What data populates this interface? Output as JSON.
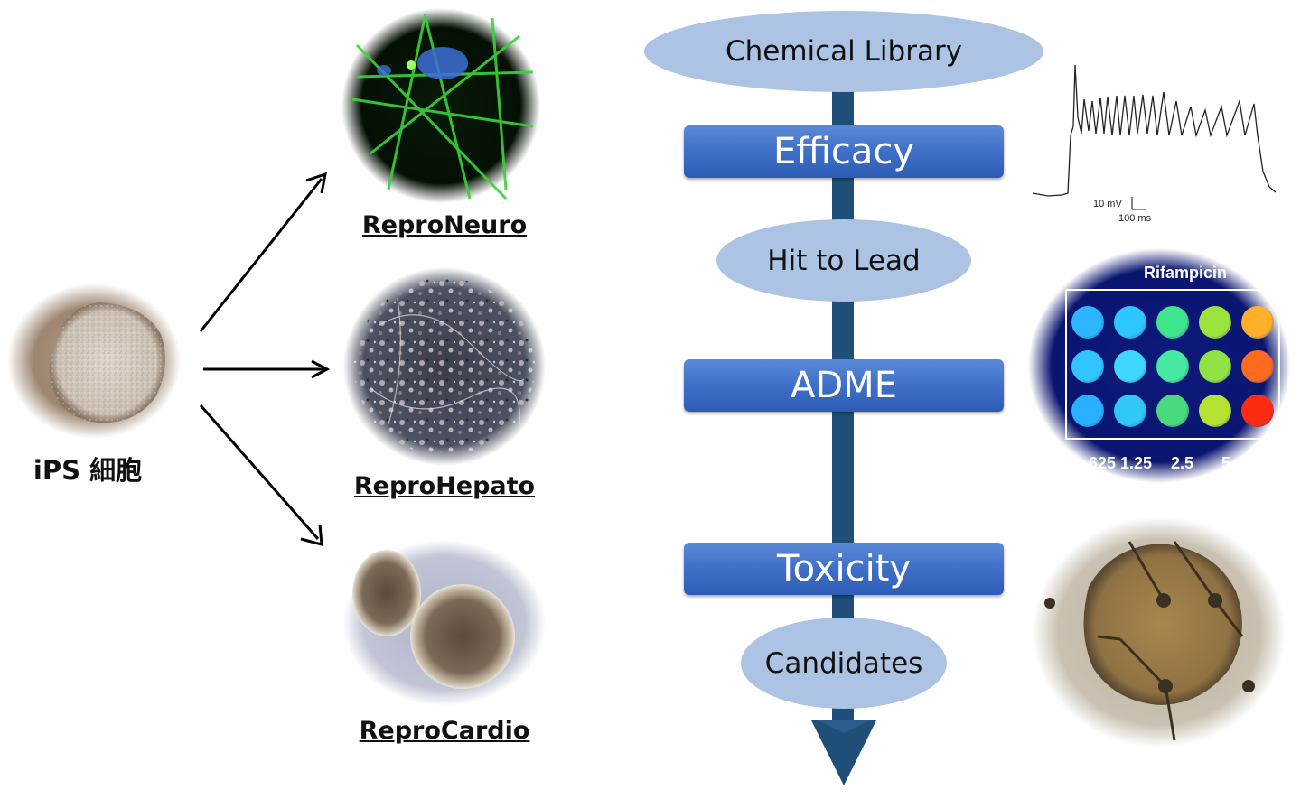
{
  "source": {
    "label": "iPS 細胞"
  },
  "cell_types": [
    {
      "name": "ReproNeuro"
    },
    {
      "name": "ReproHepato"
    },
    {
      "name": "ReproCardio"
    }
  ],
  "pipeline": {
    "library": "Chemical Library",
    "efficacy": "Efficacy",
    "hit_to_lead": "Hit to Lead",
    "adme": "ADME",
    "toxicity": "Toxicity",
    "candidates": "Candidates"
  },
  "trace": {
    "scale_mv": "10 mV",
    "scale_ms": "100 ms"
  },
  "assay": {
    "title": "Rifampicin",
    "concentrations": ".625",
    "concentrations_b": "1.25",
    "concentrations_c": "2.5",
    "concentrations_d": "5"
  },
  "colors": {
    "box_blue": "#3f6fc6",
    "ellipse_blue": "#adc3e3",
    "arrow_shaft": "#1f4e79"
  }
}
